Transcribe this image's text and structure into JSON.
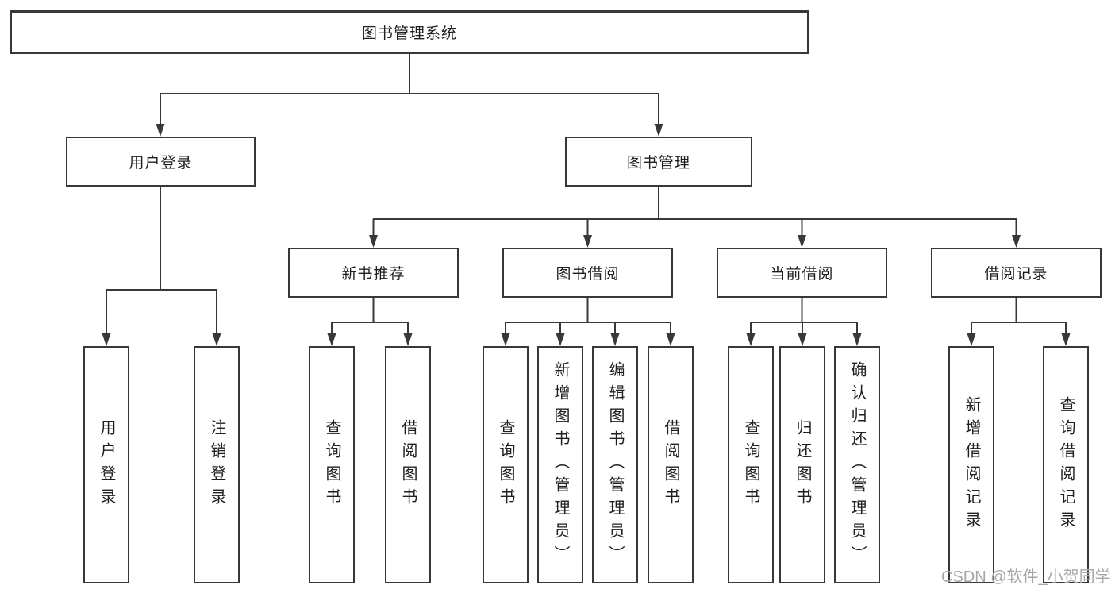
{
  "diagram": {
    "root": {
      "label": "图书管理系统"
    },
    "level2": [
      {
        "label": "用户登录"
      },
      {
        "label": "图书管理"
      }
    ],
    "level3": [
      {
        "label": "新书推荐"
      },
      {
        "label": "图书借阅"
      },
      {
        "label": "当前借阅"
      },
      {
        "label": "借阅记录"
      }
    ],
    "leaves": [
      {
        "label": "用户登录"
      },
      {
        "label": "注销登录"
      },
      {
        "label": "查询图书"
      },
      {
        "label": "借阅图书"
      },
      {
        "label": "查询图书"
      },
      {
        "label": "新增图书（管理员）"
      },
      {
        "label": "编辑图书（管理员）"
      },
      {
        "label": "借阅图书"
      },
      {
        "label": "查询图书"
      },
      {
        "label": "归还图书"
      },
      {
        "label": "确认归还（管理员）"
      },
      {
        "label": "新增借阅记录"
      },
      {
        "label": "查询借阅记录"
      }
    ],
    "watermark": "CSDN @软件_小贺同学",
    "colors": {
      "line": "#383838",
      "text": "#1f1f1f",
      "box_background": "#ffffff",
      "page_background": "#ffffff",
      "watermark": "#a6a6a6"
    }
  }
}
